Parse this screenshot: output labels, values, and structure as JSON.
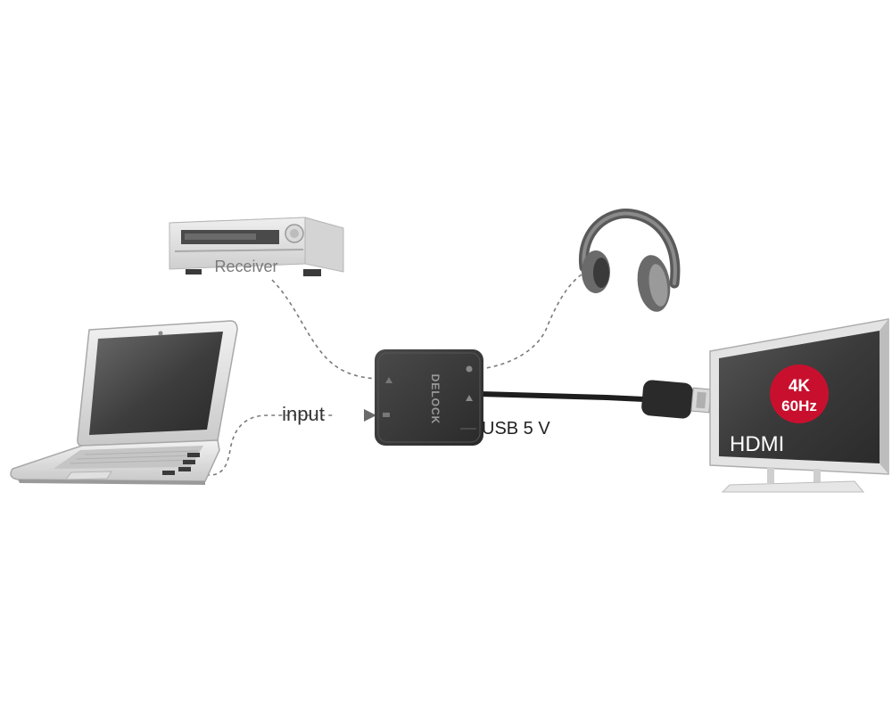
{
  "receiver": {
    "label": "Receiver"
  },
  "laptop": {
    "connection_label": "input"
  },
  "adapter": {
    "brand": "DELOCK",
    "power_label": "USB 5 V"
  },
  "tv": {
    "port_label": "HDMI",
    "badge": {
      "line1": "4K",
      "line2": "60Hz",
      "color": "#c8102e"
    }
  },
  "colors": {
    "device_dark": "#3a3a3a",
    "device_light": "#e6e6e6",
    "dashed_line": "#7a7a7a"
  }
}
